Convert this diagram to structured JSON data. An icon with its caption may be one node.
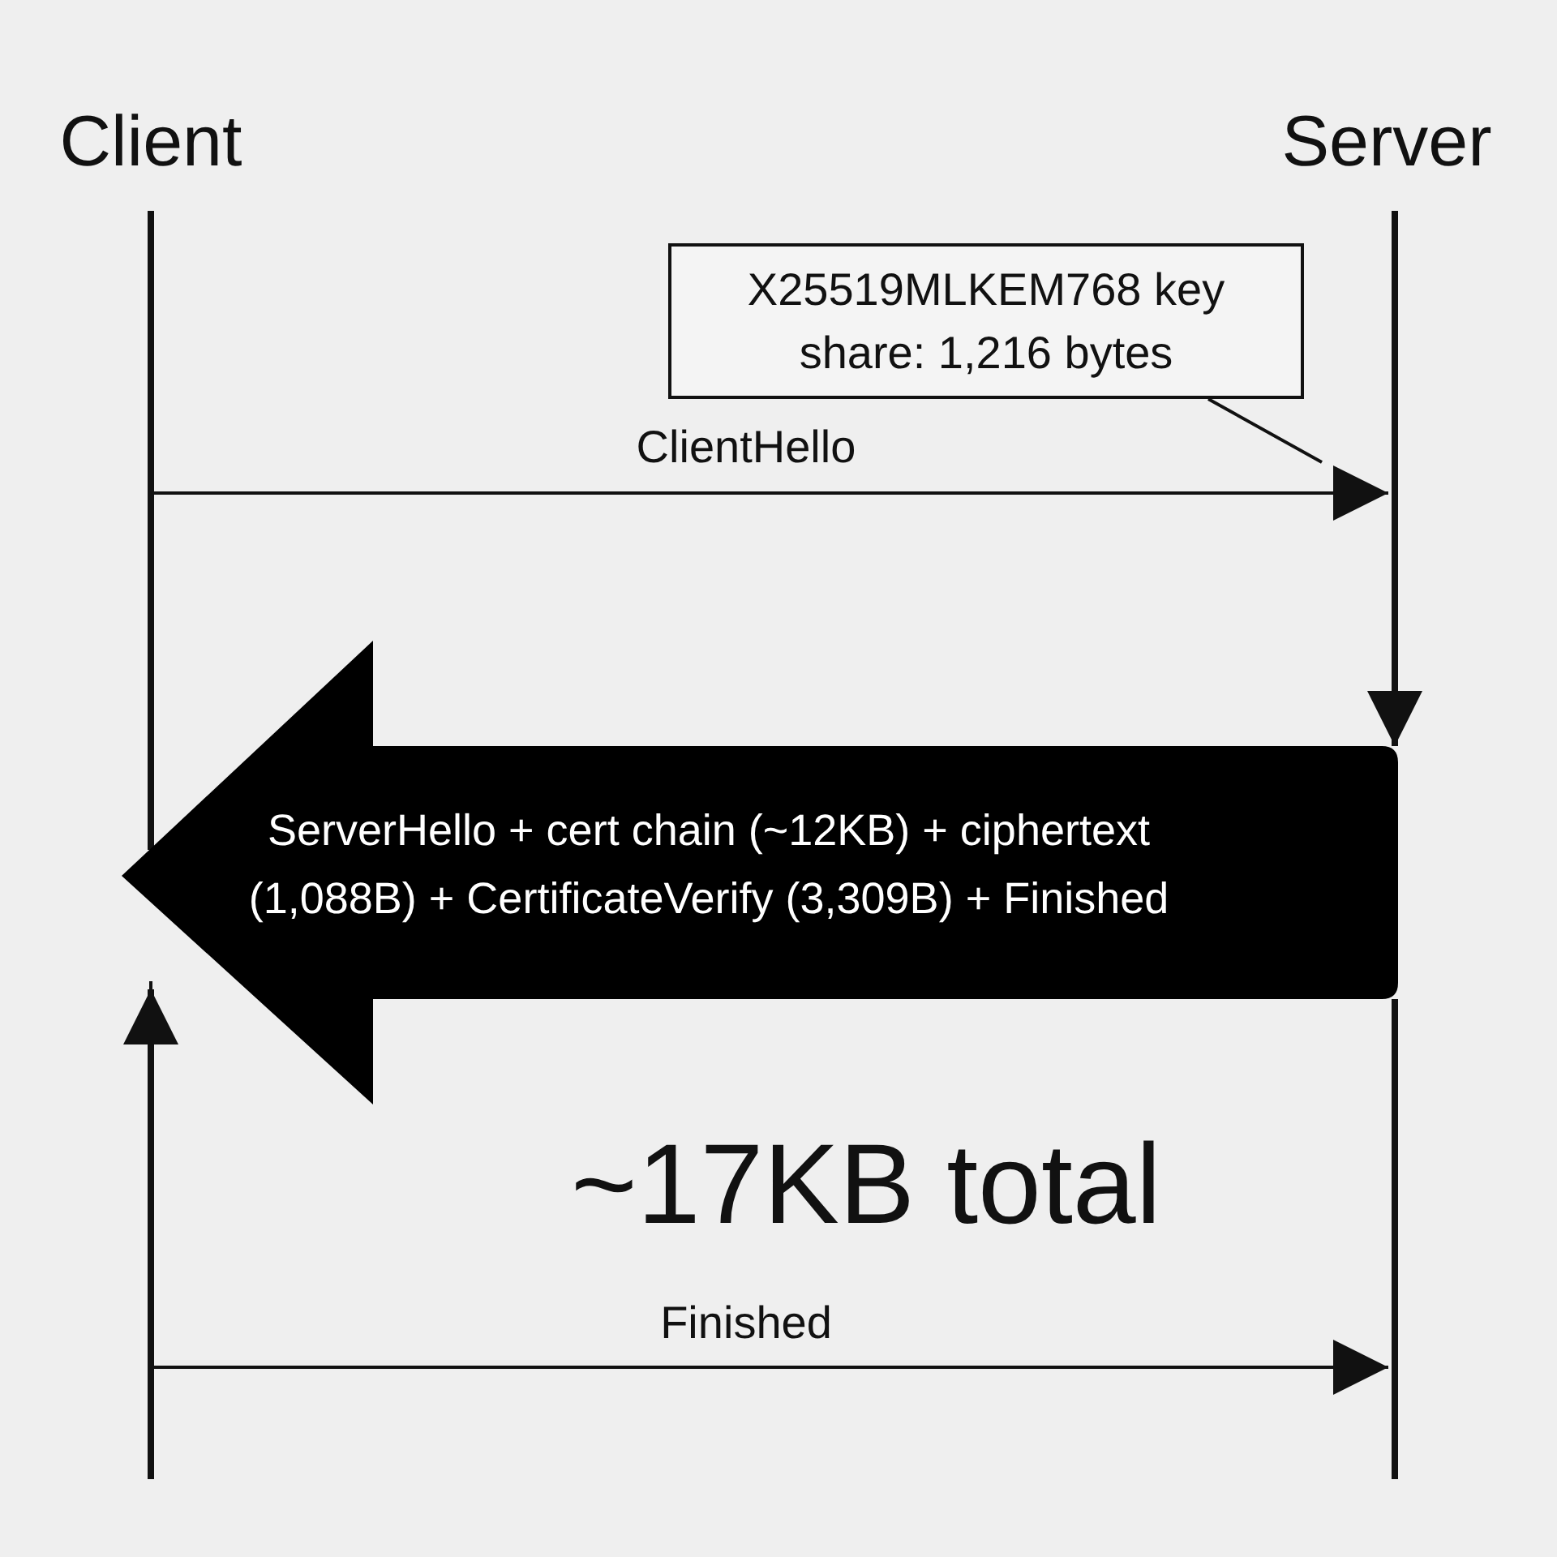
{
  "diagram": {
    "nodes": [
      {
        "text": [
          "Client"
        ]
      },
      {
        "text": [
          "Server"
        ]
      },
      {
        "text": [
          "X25519MLKEM768 key share: 1,216 bytes"
        ]
      },
      {
        "text": [
          "ServerHello + cert chain (~12KB) + ciphertext (1,088B) + CertificateVerify (3,309B) + Finished"
        ],
        "beside": [
          "~17KB total"
        ]
      }
    ],
    "edges": [
      {
        "from": 0,
        "to": null,
        "arrow": "to",
        "label": "ClientHello"
      },
      {
        "from": 0,
        "to": 3,
        "arrow": "none"
      },
      {
        "from": 1,
        "to": 3,
        "arrow": "to"
      },
      {
        "from": null,
        "to": 3,
        "arrow": "to"
      },
      {
        "from": 3,
        "to": null,
        "arrow": "none"
      },
      {
        "from": 0,
        "to": null,
        "arrow": "to",
        "label": "Finished"
      },
      {
        "from": 2,
        "to": null,
        "arrow": "none"
      }
    ]
  }
}
